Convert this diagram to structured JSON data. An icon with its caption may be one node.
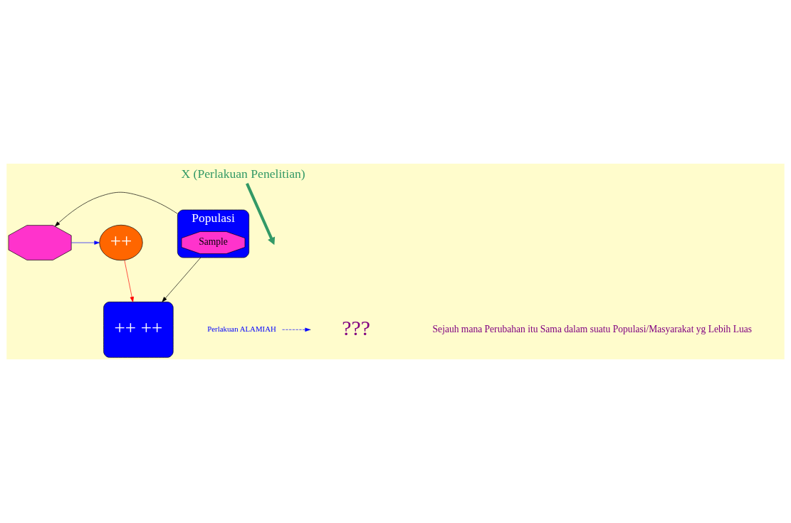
{
  "diagram": {
    "nodes": [
      {
        "text": [
          "Populasi"
        ]
      },
      {
        "text": [
          "Sample"
        ],
        "in": 0
      },
      {
        "text": [],
        "shape": "octagon"
      },
      {
        "text": [
          "++"
        ]
      },
      {
        "text": [
          "++ ++"
        ]
      },
      {
        "text": [
          "X (Perlakuan Penelitian)"
        ]
      },
      {
        "text": [
          "Perlakuan ALAMIAH"
        ]
      }
    ],
    "edges": [
      {
        "from": 0,
        "to": 2,
        "arrow": "to"
      },
      {
        "from": 2,
        "to": 3,
        "arrow": "to",
        "color": "#0000ff"
      },
      {
        "from": 3,
        "to": 4,
        "arrow": "to",
        "color": "#ff0000"
      },
      {
        "from": 0,
        "to": 4,
        "arrow": "to"
      },
      {
        "from": 5,
        "to": null,
        "arrow": "to",
        "style": "thick",
        "color": "#339966"
      },
      {
        "from": 6,
        "to": null,
        "arrow": "to",
        "style": "dashed",
        "color": "#0000ff"
      }
    ],
    "labels": [
      "???",
      "Sejauh mana Perubahan itu Sama dalam suatu Populasi/Masyarakat yg Lebih Luas"
    ]
  }
}
